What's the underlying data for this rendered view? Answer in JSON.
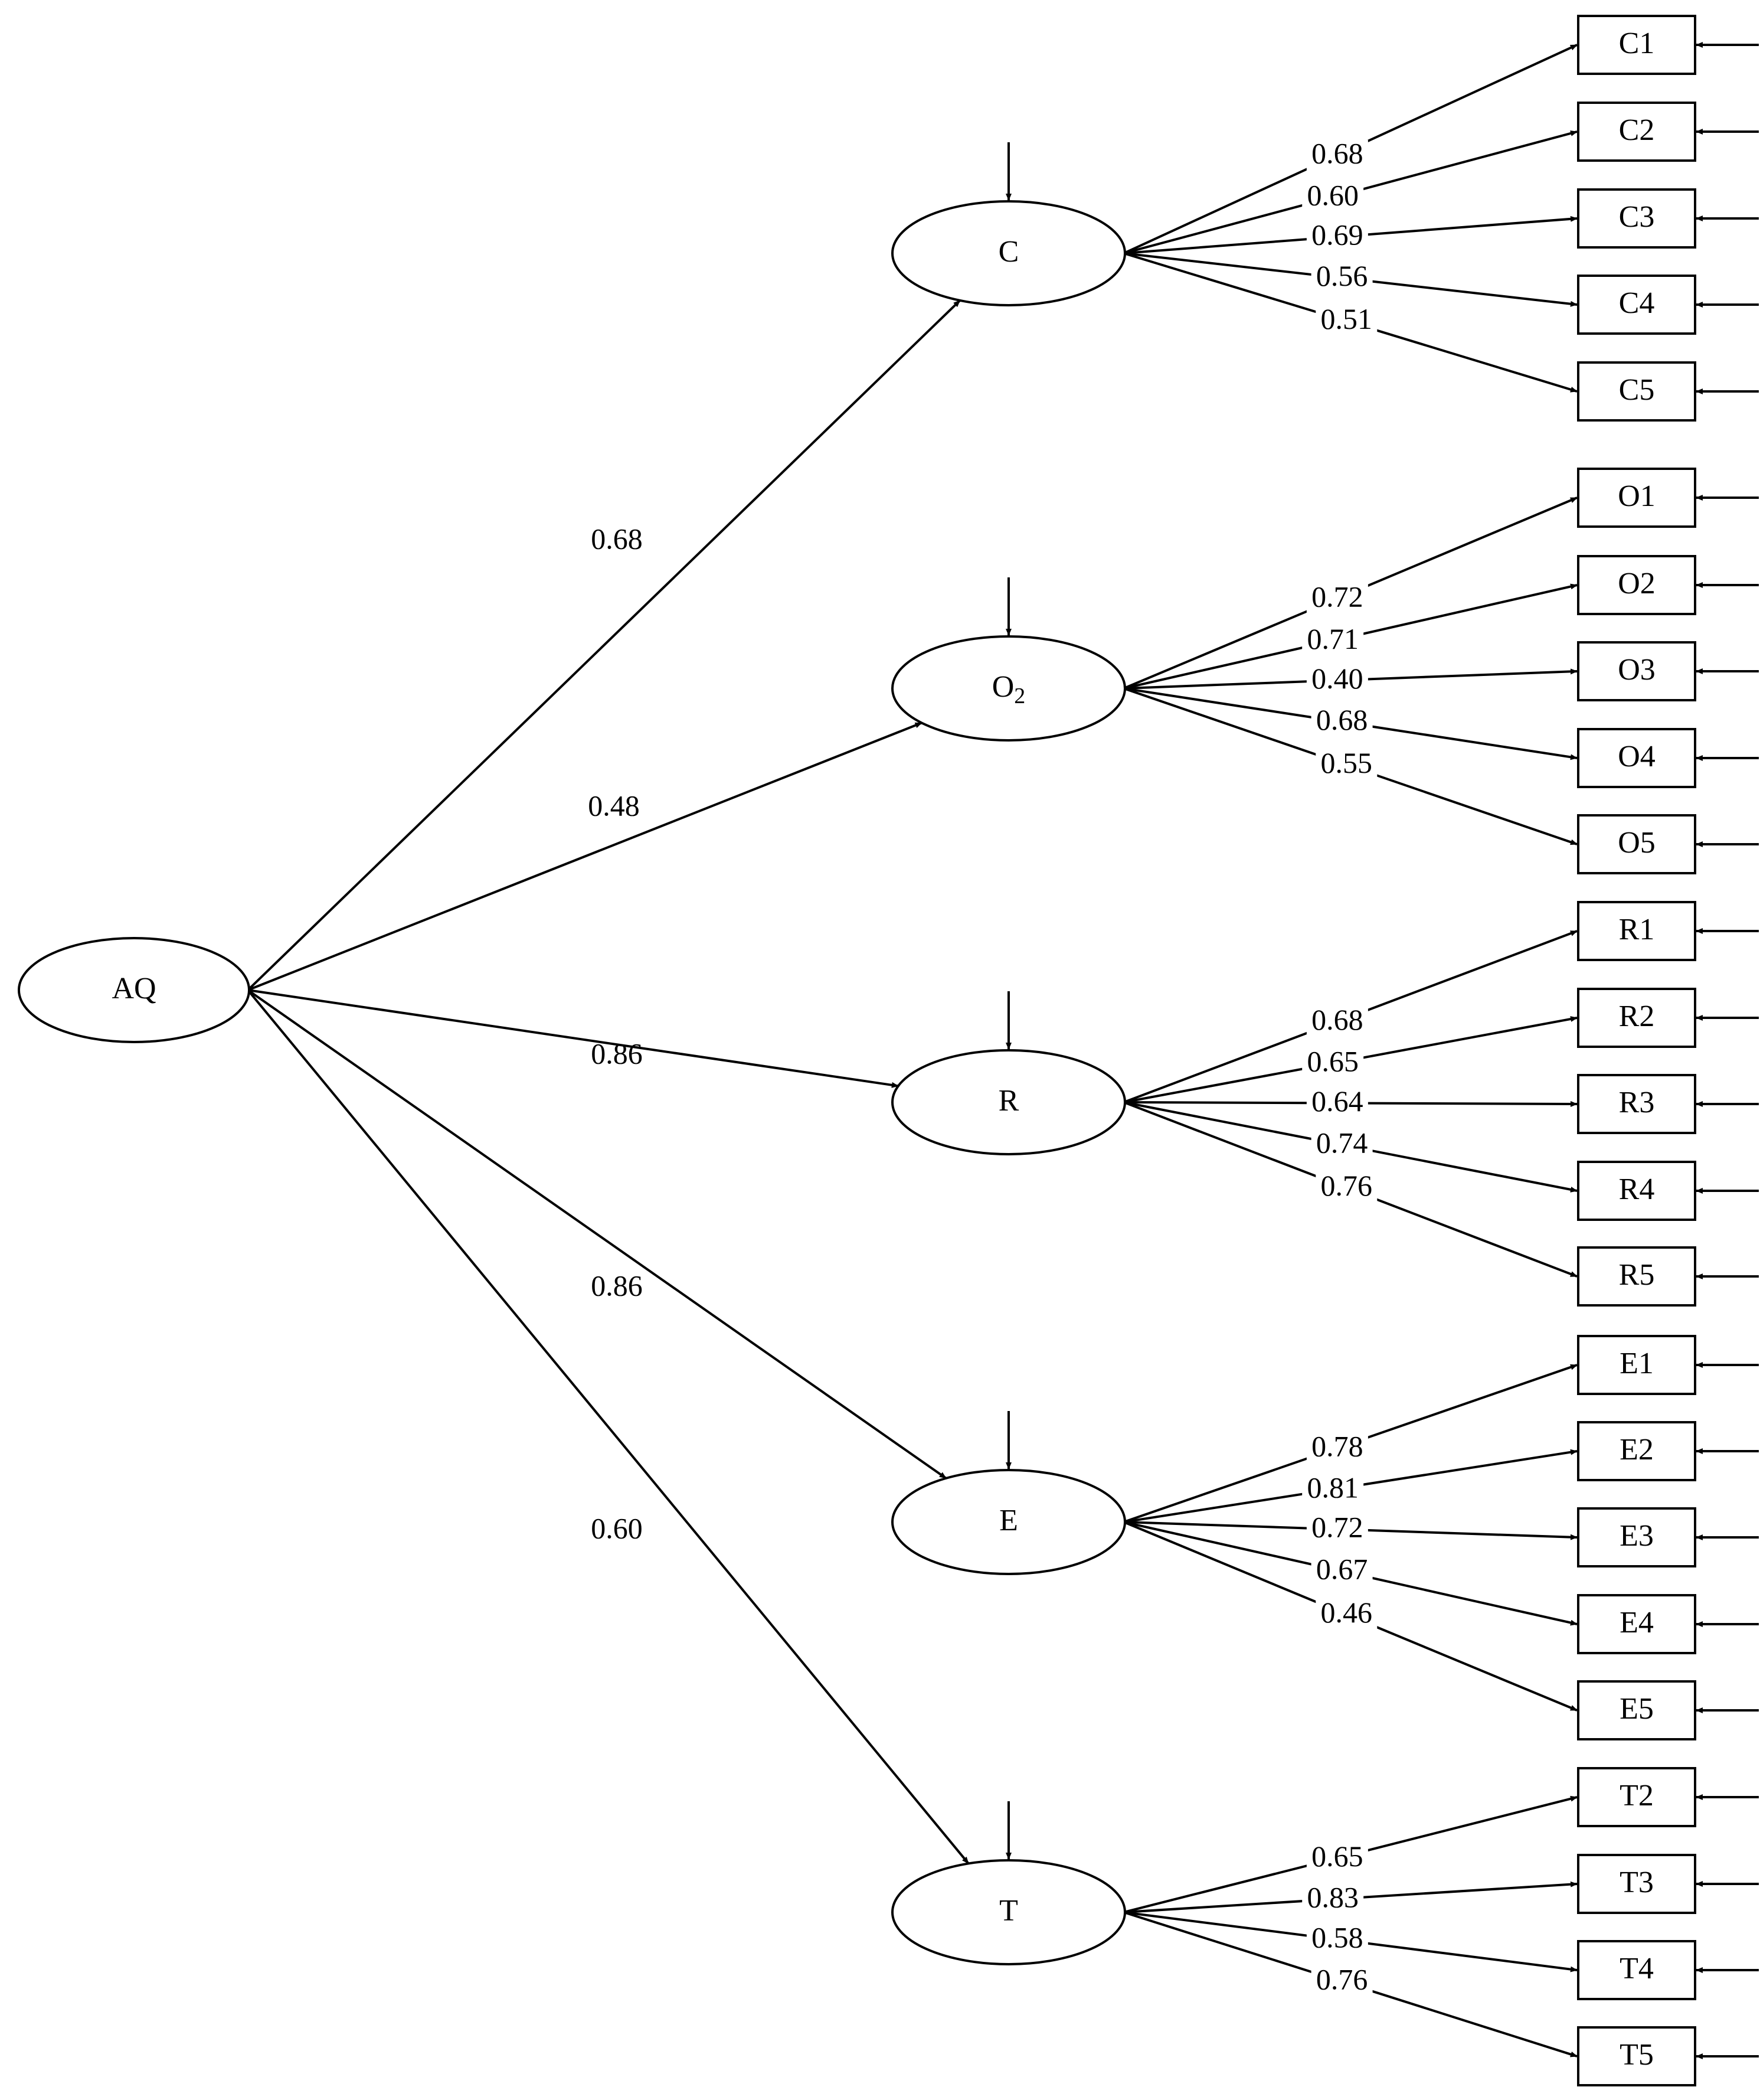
{
  "root": {
    "label": "AQ"
  },
  "factors": [
    {
      "id": "C",
      "label": "C",
      "sub": "",
      "loading": "0.68",
      "items": [
        {
          "label": "C1",
          "loading": "0.68"
        },
        {
          "label": "C2",
          "loading": "0.60"
        },
        {
          "label": "C3",
          "loading": "0.69"
        },
        {
          "label": "C4",
          "loading": "0.56"
        },
        {
          "label": "C5",
          "loading": "0.51"
        }
      ]
    },
    {
      "id": "O",
      "label": "O",
      "sub": "2",
      "loading": "0.48",
      "items": [
        {
          "label": "O1",
          "loading": "0.72"
        },
        {
          "label": "O2",
          "loading": "0.71"
        },
        {
          "label": "O3",
          "loading": "0.40"
        },
        {
          "label": "O4",
          "loading": "0.68"
        },
        {
          "label": "O5",
          "loading": "0.55"
        }
      ]
    },
    {
      "id": "R",
      "label": "R",
      "sub": "",
      "loading": "0.86",
      "items": [
        {
          "label": "R1",
          "loading": "0.68"
        },
        {
          "label": "R2",
          "loading": "0.65"
        },
        {
          "label": "R3",
          "loading": "0.64"
        },
        {
          "label": "R4",
          "loading": "0.74"
        },
        {
          "label": "R5",
          "loading": "0.76"
        }
      ]
    },
    {
      "id": "E",
      "label": "E",
      "sub": "",
      "loading": "0.86",
      "items": [
        {
          "label": "E1",
          "loading": "0.78"
        },
        {
          "label": "E2",
          "loading": "0.81"
        },
        {
          "label": "E3",
          "loading": "0.72"
        },
        {
          "label": "E4",
          "loading": "0.67"
        },
        {
          "label": "E5",
          "loading": "0.46"
        }
      ]
    },
    {
      "id": "T",
      "label": "T",
      "sub": "",
      "loading": "0.60",
      "items": [
        {
          "label": "T2",
          "loading": "0.65"
        },
        {
          "label": "T3",
          "loading": "0.83"
        },
        {
          "label": "T4",
          "loading": "0.58"
        },
        {
          "label": "T5",
          "loading": "0.76"
        }
      ]
    }
  ]
}
